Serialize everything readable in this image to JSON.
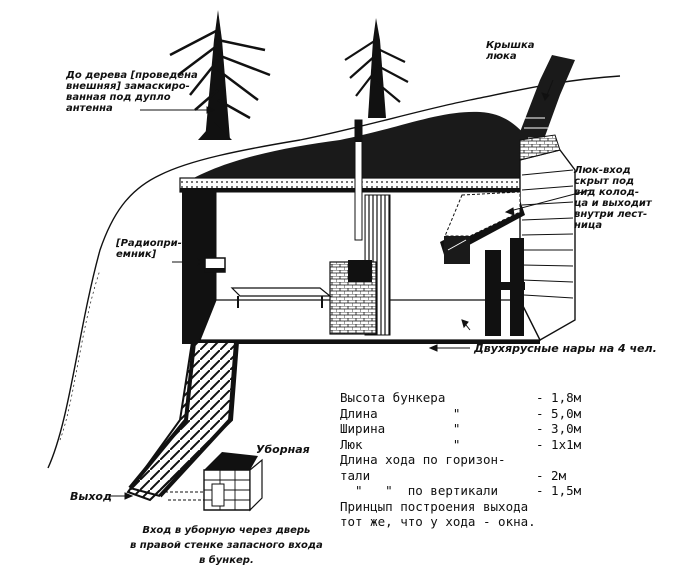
{
  "labels": {
    "antenna": "До дерева [проведена\nвнешняя] замаскиро-\nванная под дупло\nантенна",
    "hatch_cover": "Крышка\nлюка",
    "hatch_entrance": "Люк-вход\nскрыт под\nвид колод-\nца и выходит\nвнутри лест-\nница",
    "radio": "[Радиопри-\nемник]",
    "bunks": "Двухярусные нары на 4 чел.",
    "toilet": "Уборная",
    "exit": "Выход",
    "toilet_entry": "Вход в уборную через дверь\nв правой стенке запасного входа\nв бункер."
  },
  "specs": [
    {
      "name": "Высота бункера",
      "value": "- 1,8м"
    },
    {
      "name": "Длина          \"",
      "value": "- 5,0м"
    },
    {
      "name": "Ширина         \"",
      "value": "- 3,0м"
    },
    {
      "name": "Люк            \"",
      "value": "- 1х1м"
    },
    {
      "name": "Длина хода по горизон-",
      "value": ""
    },
    {
      "name": "тали",
      "value": "- 2м"
    },
    {
      "name": "  \"   \"  по вертикали",
      "value": "- 1,5м"
    },
    {
      "name": "Принцып построения выхода",
      "value": ""
    },
    {
      "name": "тот же, что у хода - окна.",
      "value": ""
    }
  ],
  "colors": {
    "ink": "#111111",
    "paper": "#ffffff"
  }
}
